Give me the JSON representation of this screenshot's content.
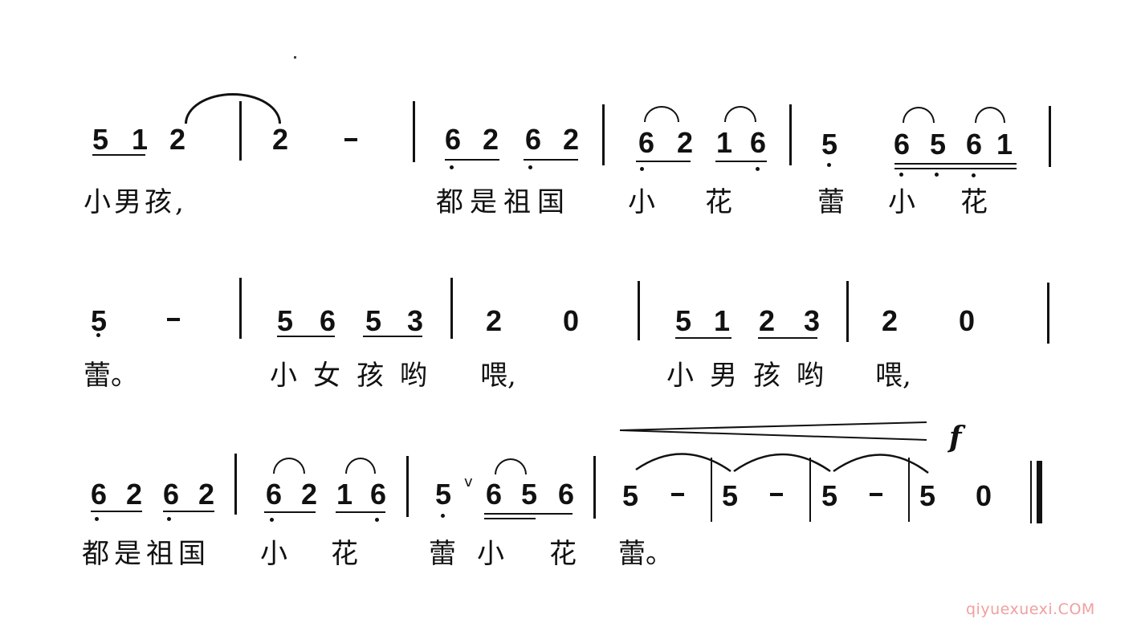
{
  "score": {
    "rows": [
      {
        "notes": [
          "5",
          "1",
          "2",
          "2",
          "-",
          "6",
          "2",
          "6",
          "2",
          "6",
          "2",
          "1",
          "6",
          "5",
          "6",
          "5",
          "6",
          "1"
        ],
        "lyrics": [
          "小男孩,",
          "都是祖国",
          "小",
          "花",
          "蕾",
          "小",
          "花"
        ]
      },
      {
        "notes": [
          "5",
          "-",
          "5",
          "6",
          "5",
          "3",
          "2",
          "0",
          "5",
          "1",
          "2",
          "3",
          "2",
          "0"
        ],
        "lyrics": [
          "蕾。",
          "小女孩哟",
          "喂,",
          "小男孩哟",
          "喂,"
        ]
      },
      {
        "notes": [
          "6",
          "2",
          "6",
          "2",
          "6",
          "2",
          "1",
          "6",
          "5",
          "6",
          "5",
          "6",
          "5",
          "-",
          "5",
          "-",
          "5",
          "-",
          "5",
          "0"
        ],
        "lyrics": [
          "都是祖国",
          "小",
          "花",
          "蕾小",
          "花",
          "蕾。"
        ],
        "breath_mark": "v",
        "dynamic": "f"
      }
    ]
  },
  "watermark": {
    "text": "qiyuexuexi.COM",
    "color": "#f0a0a0"
  }
}
